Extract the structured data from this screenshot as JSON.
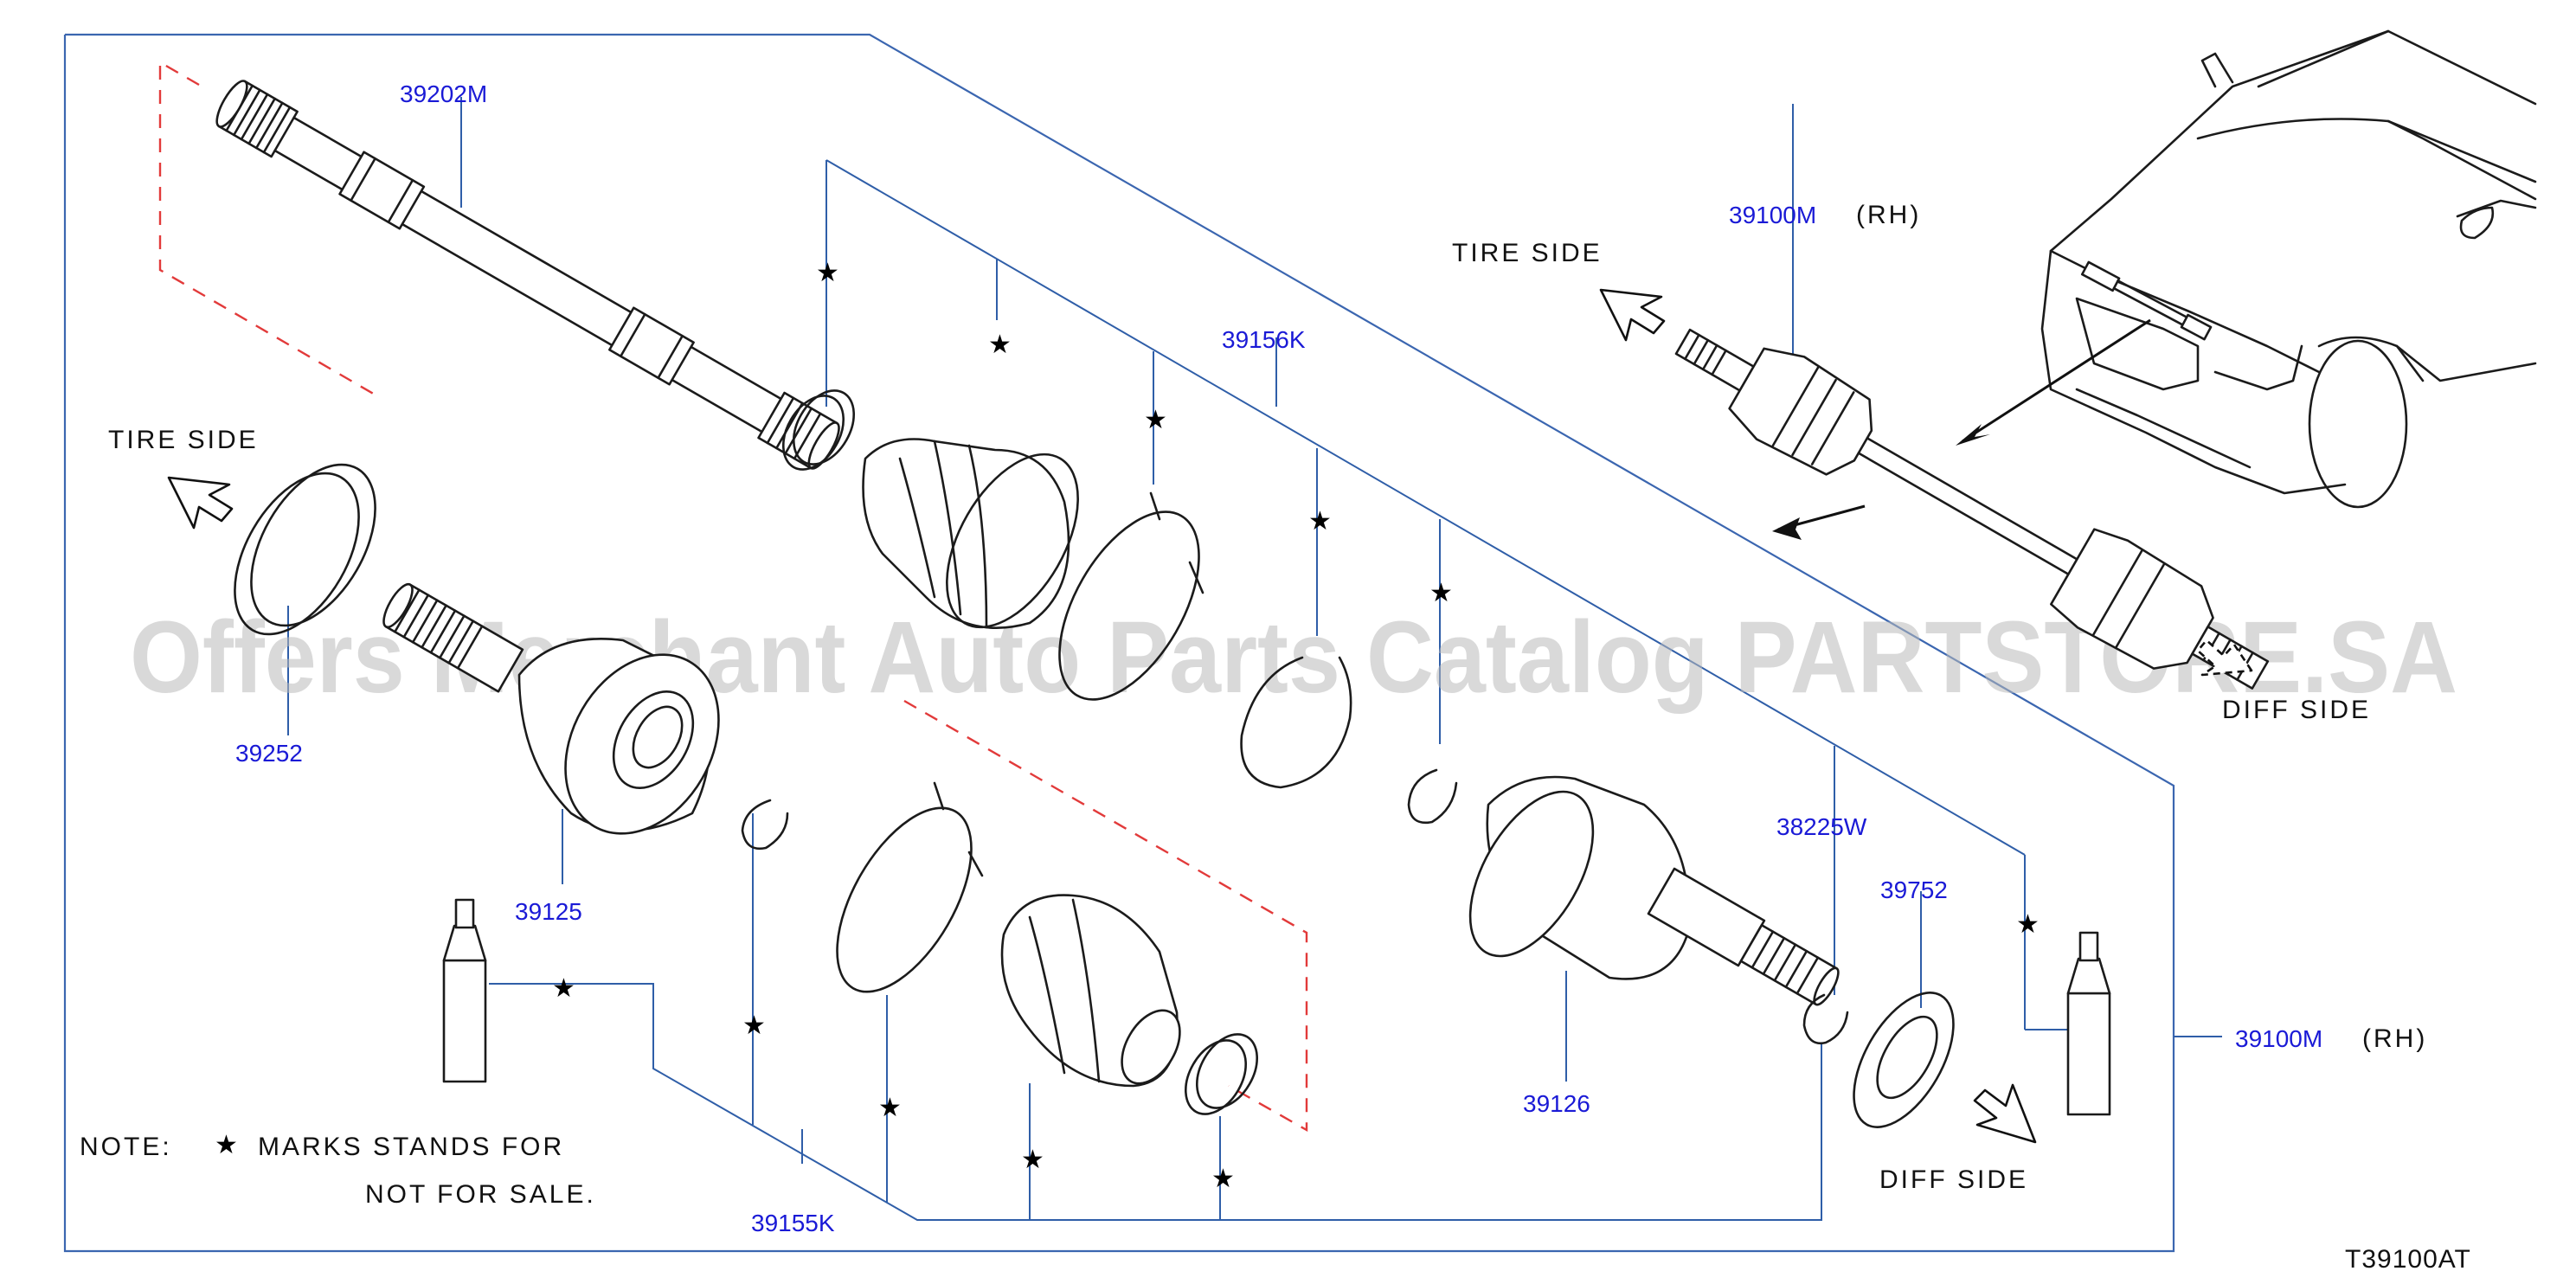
{
  "diagram_code": "T39100AT",
  "watermark": "Offers Merchant Auto Parts Catalog PARTSTORE.SA",
  "side_labels": {
    "tire_side": "TIRE   SIDE",
    "diff_side": "DIFF   SIDE"
  },
  "rh_tag": "(RH)",
  "note": {
    "prefix": "NOTE:",
    "star": "★",
    "line1": "MARKS   STANDS   FOR",
    "line2": "NOT   FOR   SALE."
  },
  "star_symbol": "★",
  "parts": [
    {
      "part_number": "39202M"
    },
    {
      "part_number": "39156K"
    },
    {
      "part_number": "39100M",
      "side": "(RH)"
    },
    {
      "part_number": "39252"
    },
    {
      "part_number": "39125"
    },
    {
      "part_number": "38225W"
    },
    {
      "part_number": "39752"
    },
    {
      "part_number": "39126"
    },
    {
      "part_number": "39155K"
    },
    {
      "part_number": "39100M",
      "side": "(RH)"
    }
  ]
}
